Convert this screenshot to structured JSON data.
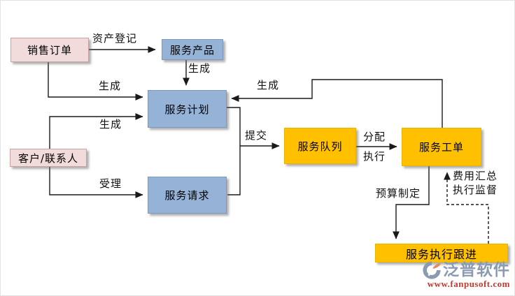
{
  "diagram": {
    "nodes": {
      "sales_order": {
        "label": "销售订单"
      },
      "service_product": {
        "label": "服务产品"
      },
      "service_plan": {
        "label": "服务计划"
      },
      "customer_contact": {
        "label": "客户/联系人"
      },
      "service_request": {
        "label": "服务请求"
      },
      "service_queue": {
        "label": "服务队列"
      },
      "service_workorder": {
        "label": "服务工单"
      },
      "service_followup": {
        "label": "服务执行跟进"
      }
    },
    "edges": {
      "asset_register": "资产登记",
      "generate_product": "生成",
      "generate_sales": "生成",
      "generate_workorder": "生成",
      "generate_customer": "生成",
      "accept": "受理",
      "submit": "提交",
      "assign": "分配",
      "execute": "执行",
      "budget": "预算制定",
      "expense_summary": "费用汇总",
      "execution_supervision": "执行监督"
    },
    "watermark": {
      "brand": "泛普软件",
      "url": "www.fanpusoft.com"
    },
    "colors": {
      "source_pink": "#F2DCDB",
      "plan_blue": "#95B3D7",
      "exec_orange": "#FFC000",
      "line": "#1a1a1a",
      "brand_gray": "#8A9BB0",
      "url_red": "#C5382E"
    }
  }
}
